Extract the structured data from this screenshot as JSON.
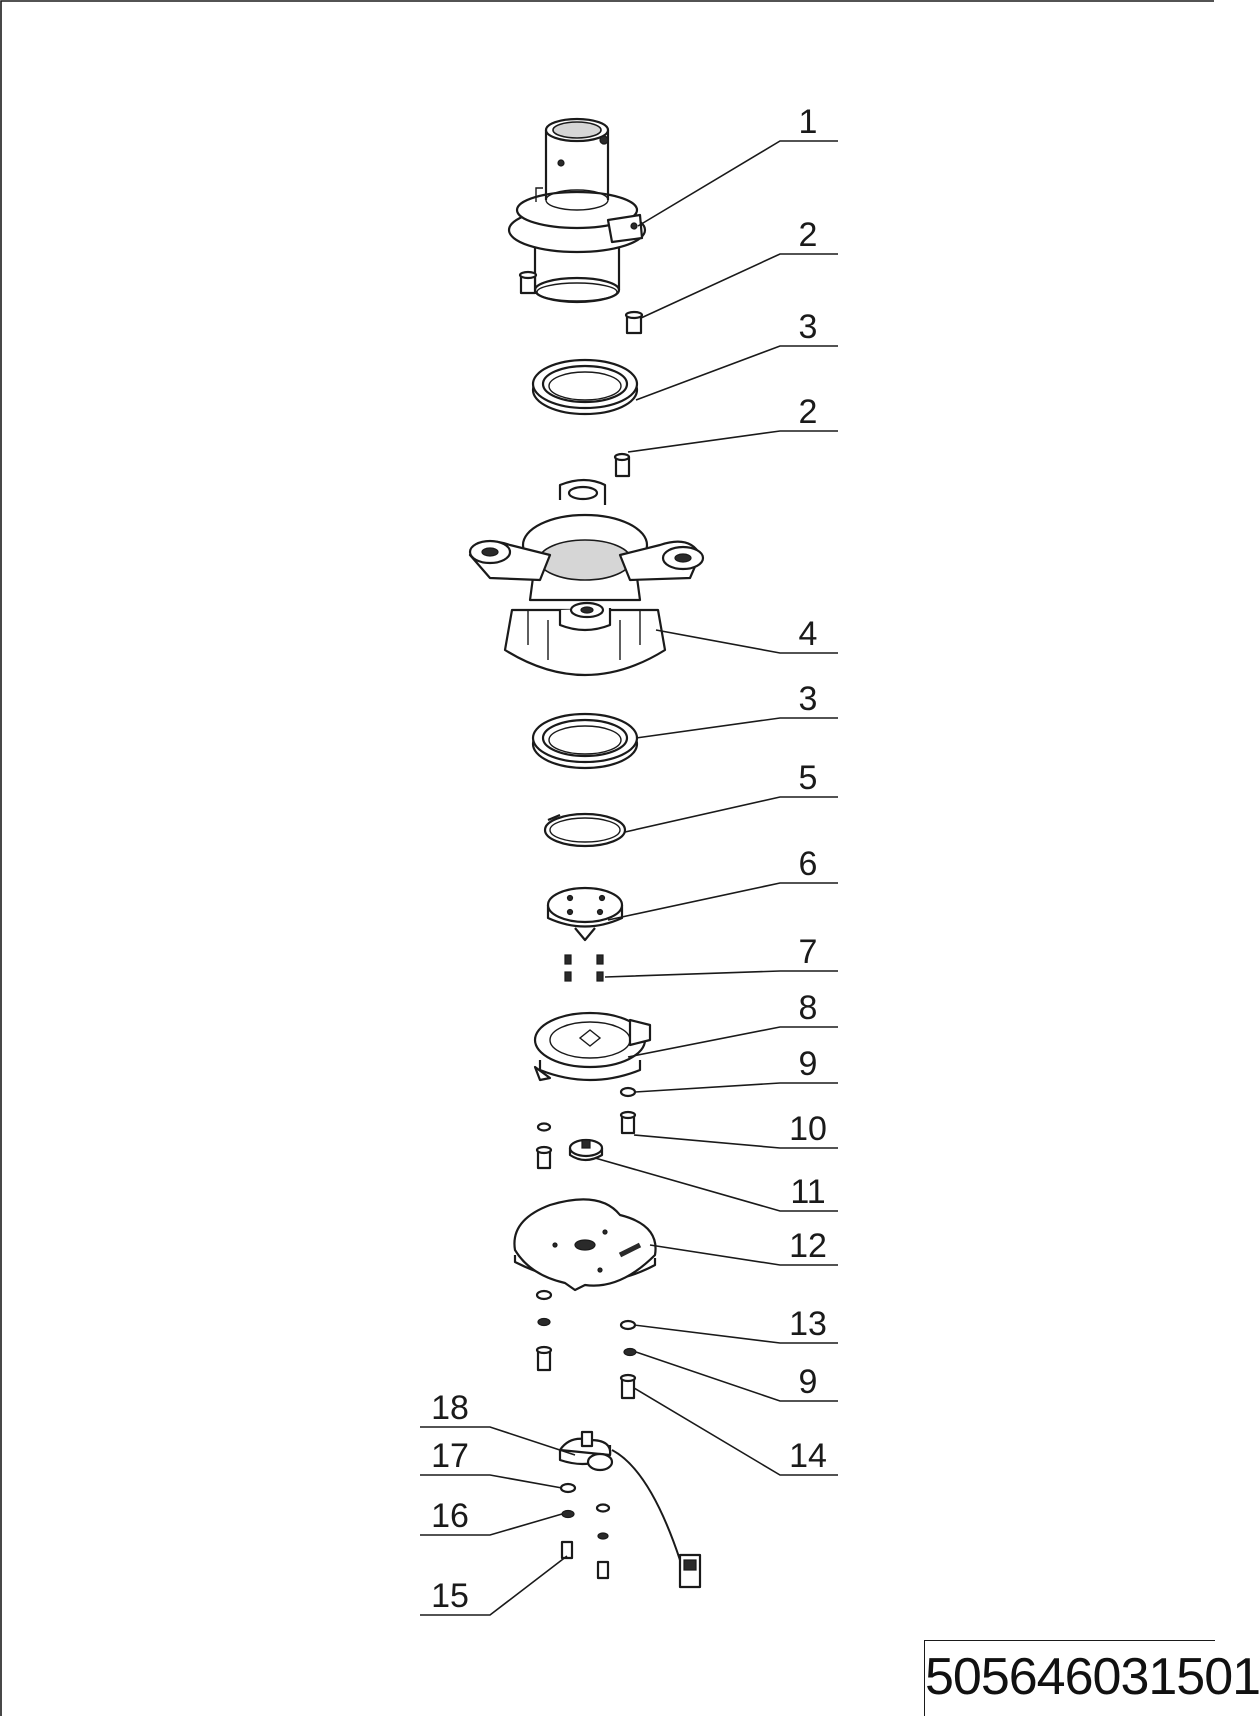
{
  "drawing": {
    "document_number": "505646031501",
    "callouts": [
      {
        "id": "c1",
        "number": "1"
      },
      {
        "id": "c2a",
        "number": "2"
      },
      {
        "id": "c3a",
        "number": "3"
      },
      {
        "id": "c2b",
        "number": "2"
      },
      {
        "id": "c4",
        "number": "4"
      },
      {
        "id": "c3b",
        "number": "3"
      },
      {
        "id": "c5",
        "number": "5"
      },
      {
        "id": "c6",
        "number": "6"
      },
      {
        "id": "c7",
        "number": "7"
      },
      {
        "id": "c8",
        "number": "8"
      },
      {
        "id": "c9a",
        "number": "9"
      },
      {
        "id": "c10",
        "number": "10"
      },
      {
        "id": "c11",
        "number": "11"
      },
      {
        "id": "c12",
        "number": "12"
      },
      {
        "id": "c13",
        "number": "13"
      },
      {
        "id": "c9b",
        "number": "9"
      },
      {
        "id": "c14",
        "number": "14"
      },
      {
        "id": "c18",
        "number": "18"
      },
      {
        "id": "c17",
        "number": "17"
      },
      {
        "id": "c16",
        "number": "16"
      },
      {
        "id": "c15",
        "number": "15"
      }
    ]
  }
}
